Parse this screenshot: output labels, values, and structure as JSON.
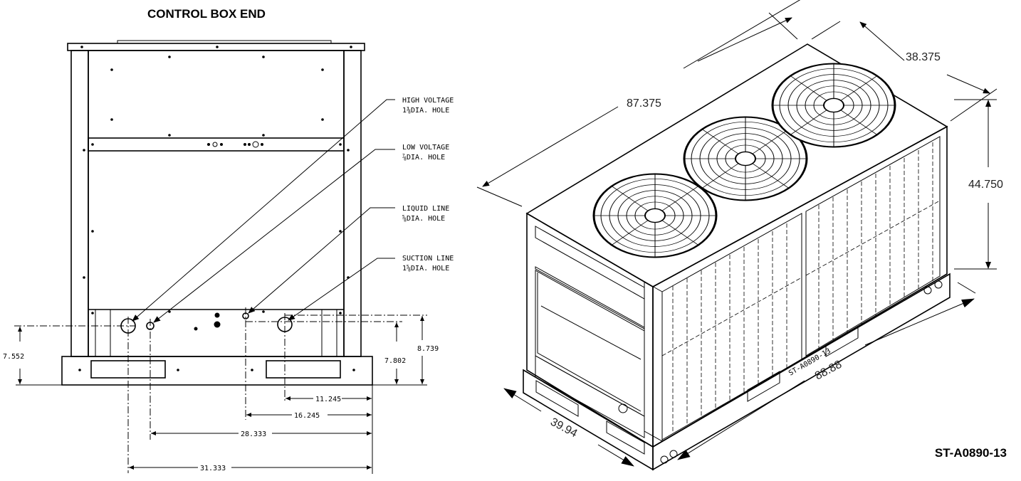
{
  "title": "CONTROL BOX END",
  "callouts": {
    "high_voltage": {
      "line1": "HIGH VOLTAGE",
      "line2": "1⅜DIA. HOLE"
    },
    "low_voltage": {
      "line1": "LOW VOLTAGE",
      "line2": "⅞DIA. HOLE"
    },
    "liquid_line": {
      "line1": "LIQUID LINE",
      "line2": "⅝DIA. HOLE"
    },
    "suction_line": {
      "line1": "SUCTION LINE",
      "line2": "1⅝DIA. HOLE"
    }
  },
  "end_dims": {
    "left_height": "7.552",
    "right_height_a": "7.802",
    "right_height_b": "8.739",
    "w1": "11.245",
    "w2": "16.245",
    "w3": "28.333",
    "w4": "31.333"
  },
  "iso_dims": {
    "top_length": "87.375",
    "top_width": "38.375",
    "height": "44.750",
    "base_length": "88.88",
    "base_width": "39.94"
  },
  "drawing_ref": "ST-A0890-13",
  "unit_label": "ST-A0890-13"
}
